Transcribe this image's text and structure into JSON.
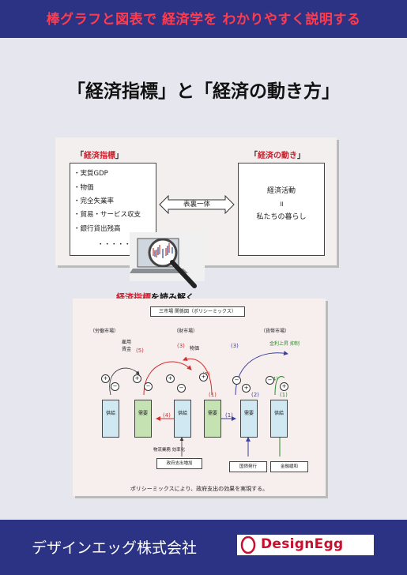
{
  "header": {
    "title": "棒グラフと図表で  経済学を  わかりやすく説明する"
  },
  "main": {
    "title": "「経済指標」と「経済の動き方」"
  },
  "figure_top": {
    "left_header_open": "「",
    "left_header": "経済指標",
    "left_header_close": "」",
    "indicators": [
      "・実質GDP",
      "・物価",
      "・完全失業率",
      "・貿易・サービス収支",
      "・銀行貸出残高",
      "・・・・・"
    ],
    "arrow_label": "表裏一体",
    "right_header_open": "「",
    "right_header": "経済の動き",
    "right_header_close": "」",
    "right_lines": [
      "経済活動",
      "॥",
      "私たちの暮らし"
    ]
  },
  "caption": {
    "red": "経済指標",
    "rest": "を読み解く"
  },
  "figure_bottom": {
    "title": "三市場  関係図（ポリシーミックス）",
    "markets": [
      "（労働市場）",
      "（財市場）",
      "（貨幣市場）"
    ],
    "labels": {
      "employment": "雇用",
      "wage": "賃金",
      "price": "物価",
      "interest": "金利上昇  抑制",
      "policy_small": "物流業務  効率化",
      "gov_spending": "政府支出増加",
      "bond": "国債発行",
      "monetary": "金融緩和"
    },
    "columns": [
      "供給",
      "需要",
      "供給",
      "需要",
      "需要",
      "供給"
    ],
    "numbers": [
      "(5)",
      "(4)",
      "(3)",
      "(2)",
      "(1)",
      "(1)",
      "(2)",
      "(3)",
      "(4)",
      "(1)"
    ],
    "caption": "ポリシーミックスにより、政府支出の効果を実現する。"
  },
  "footer": {
    "company": "デザインエッグ株式会社",
    "logo_text": "DesignEgg"
  },
  "colors": {
    "band": "#2c3384",
    "accent_red": "#ff3b4e",
    "logo_red": "#c8102e"
  }
}
